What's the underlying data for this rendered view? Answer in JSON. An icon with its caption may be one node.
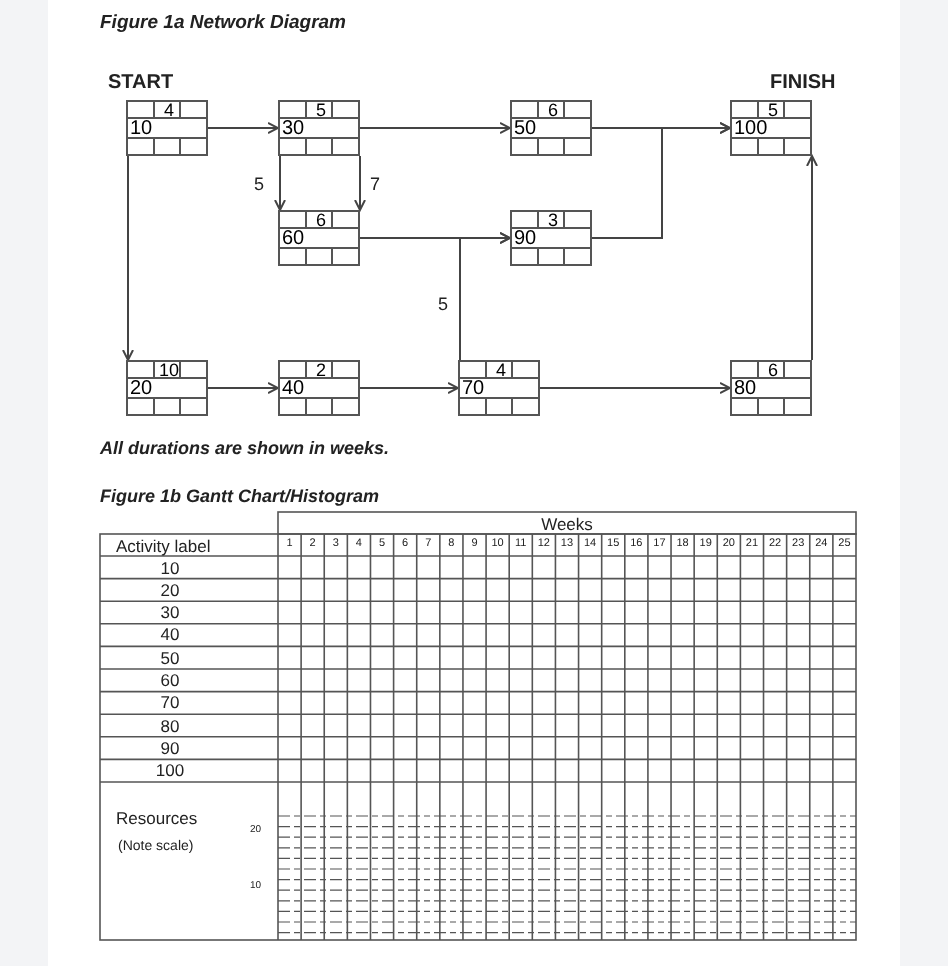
{
  "diagram": {
    "title": "Figure 1a  Network Diagram",
    "nodes": [
      {
        "text": [
          "4",
          "10"
        ]
      },
      {
        "text": [
          "5",
          "30"
        ]
      },
      {
        "text": [
          "6",
          "50"
        ]
      },
      {
        "text": [
          "5",
          "100"
        ]
      },
      {
        "text": [
          "6",
          "60"
        ]
      },
      {
        "text": [
          "3",
          "90"
        ]
      },
      {
        "text": [
          "10",
          "20"
        ]
      },
      {
        "text": [
          "2",
          "40"
        ]
      },
      {
        "text": [
          "4",
          "70"
        ]
      },
      {
        "text": [
          "6",
          "80"
        ]
      }
    ],
    "edges": [
      {
        "from": 0,
        "to": 1,
        "arrow": "to"
      },
      {
        "from": 1,
        "to": 2,
        "arrow": "to"
      },
      {
        "from": 2,
        "to": 3,
        "arrow": "to"
      },
      {
        "from": 1,
        "to": 4,
        "arrow": "to",
        "label": "5"
      },
      {
        "from": 1,
        "to": 4,
        "arrow": "to",
        "label": "7"
      },
      {
        "from": 4,
        "to": 5,
        "arrow": "to"
      },
      {
        "from": 5,
        "to": 3,
        "arrow": "to"
      },
      {
        "from": 0,
        "to": 6,
        "arrow": "to"
      },
      {
        "from": 6,
        "to": 7,
        "arrow": "to"
      },
      {
        "from": 7,
        "to": 8,
        "arrow": "to"
      },
      {
        "from": 8,
        "to": 5,
        "arrow": "to",
        "label": "5"
      },
      {
        "from": 8,
        "to": 9,
        "arrow": "to"
      },
      {
        "from": 9,
        "to": 3,
        "arrow": "to"
      }
    ],
    "labels": [
      "START",
      "FINISH",
      "All durations are shown in weeks.",
      "Figure 1b  Gantt Chart/Histogram",
      "Weeks",
      "Activity label",
      "1",
      "2",
      "3",
      "4",
      "5",
      "6",
      "7",
      "8",
      "9",
      "10",
      "11",
      "12",
      "13",
      "14",
      "15",
      "16",
      "17",
      "18",
      "19",
      "20",
      "21",
      "22",
      "23",
      "24",
      "25",
      "10",
      "20",
      "30",
      "40",
      "50",
      "60",
      "70",
      "80",
      "90",
      "100",
      "Resources",
      "(Note scale)",
      "20",
      "10"
    ]
  }
}
